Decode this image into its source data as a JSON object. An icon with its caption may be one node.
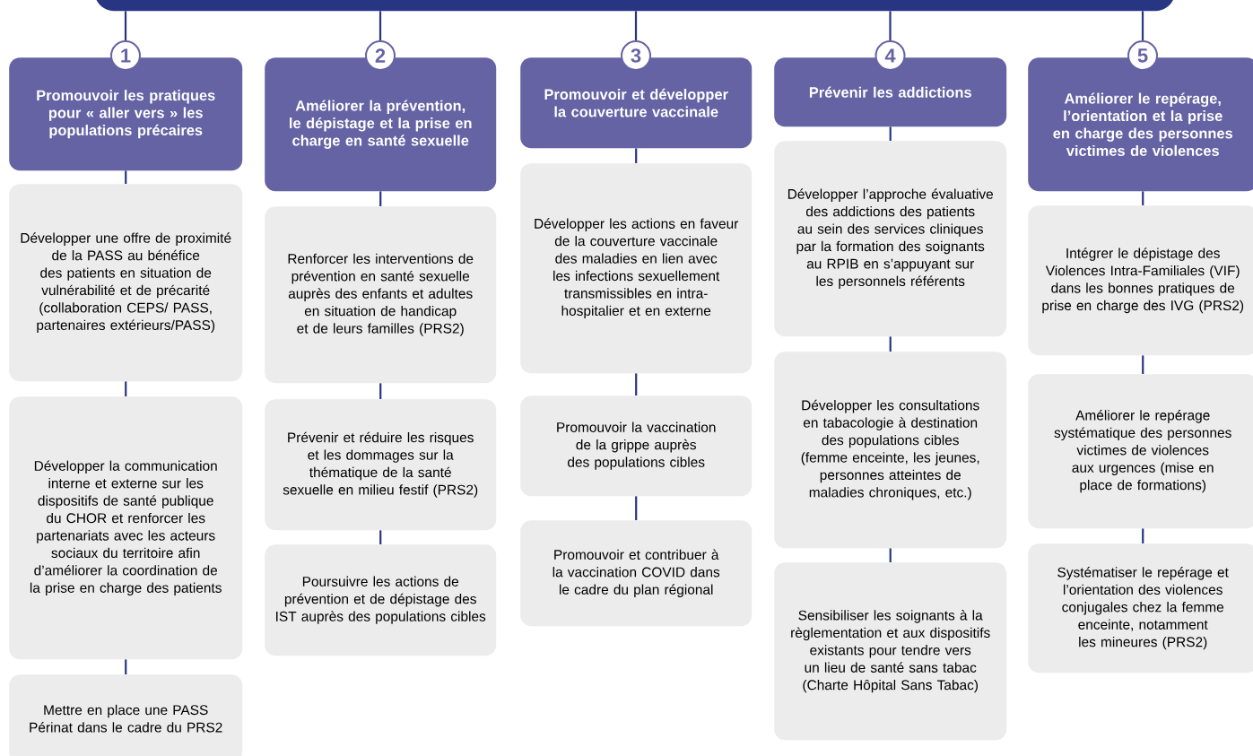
{
  "diagram": {
    "nodes": [
      {
        "text": [],
        "shape": "bar"
      },
      {
        "text": [
          "1"
        ]
      },
      {
        "text": [
          "Promouvoir les pratiques pour « aller vers » les populations précaires"
        ]
      },
      {
        "text": [
          "Développer une offre de proximité de la PASS au bénéfice des patients en situation de vulnérabilité et de précarité (collaboration CEPS/ PASS, partenaires extérieurs/PASS)"
        ]
      },
      {
        "text": [
          "Développer la communication interne et externe sur les dispositifs de santé publique du CHOR et renforcer les partenariats avec les acteurs sociaux du territoire afin d’améliorer la coordination de la prise en charge des patients"
        ]
      },
      {
        "text": [
          "Mettre en place une PASS Périnat dans le cadre du PRS2"
        ]
      },
      {
        "text": [
          "2"
        ]
      },
      {
        "text": [
          "Améliorer la prévention, le dépistage et la prise en charge en santé sexuelle"
        ]
      },
      {
        "text": [
          "Renforcer les interventions de prévention en santé sexuelle auprès des enfants et adultes en situation de handicap et de leurs familles (PRS2)"
        ]
      },
      {
        "text": [
          "Prévenir et réduire les risques et les dommages sur la thématique de la santé sexuelle en milieu festif (PRS2)"
        ]
      },
      {
        "text": [
          "Poursuivre les actions de prévention et de dépistage des IST auprès des populations cibles"
        ]
      },
      {
        "text": [
          "3"
        ]
      },
      {
        "text": [
          "Promouvoir et développer la couverture vaccinale"
        ]
      },
      {
        "text": [
          "Développer les actions en faveur de la couverture vaccinale des maladies en lien avec les infections sexuellement transmissibles en intra-hospitalier et en externe"
        ]
      },
      {
        "text": [
          "Promouvoir la vaccination de la grippe auprès des populations cibles"
        ]
      },
      {
        "text": [
          "Promouvoir et contribuer à la vaccination COVID dans le cadre du plan régional"
        ]
      },
      {
        "text": [
          "4"
        ]
      },
      {
        "text": [
          "Prévenir les addictions"
        ]
      },
      {
        "text": [
          "Développer l’approche évaluative des addictions des patients au sein des services cliniques par la formation des soignants au RPIB en s’appuyant sur les personnels référents"
        ]
      },
      {
        "text": [
          "Développer les consultations en tabacologie à destination des populations cibles (femme enceinte, les jeunes, personnes atteintes de maladies chroniques, etc.)"
        ]
      },
      {
        "text": [
          "Sensibiliser les soignants à la règlementation et aux dispositifs existants pour tendre vers un lieu de santé sans tabac (Charte Hôpital Sans Tabac)"
        ]
      },
      {
        "text": [
          "5"
        ]
      },
      {
        "text": [
          "Améliorer le repérage, l’orientation et la prise en charge des personnes victimes de violences"
        ]
      },
      {
        "text": [
          "Intégrer le dépistage des Violences Intra-Familiales (VIF) dans les bonnes pratiques de prise en charge des IVG (PRS2)"
        ]
      },
      {
        "text": [
          "Améliorer le repérage systématique des personnes victimes de violences aux urgences (mise en place de formations)"
        ]
      },
      {
        "text": [
          "Systématiser le repérage et l’orientation des violences conjugales chez la femme enceinte, notamment les mineures (PRS2)"
        ]
      }
    ],
    "edges": [
      {
        "from": 0,
        "to": 1,
        "arrow": "none"
      },
      {
        "from": 2,
        "to": 3,
        "arrow": "none"
      },
      {
        "from": 3,
        "to": 4,
        "arrow": "none"
      },
      {
        "from": 4,
        "to": 5,
        "arrow": "none"
      },
      {
        "from": 0,
        "to": 6,
        "arrow": "none"
      },
      {
        "from": 7,
        "to": 8,
        "arrow": "none"
      },
      {
        "from": 8,
        "to": 9,
        "arrow": "none"
      },
      {
        "from": 9,
        "to": 10,
        "arrow": "none"
      },
      {
        "from": 0,
        "to": 11,
        "arrow": "none"
      },
      {
        "from": 12,
        "to": 13,
        "arrow": "none"
      },
      {
        "from": 13,
        "to": 14,
        "arrow": "none"
      },
      {
        "from": 14,
        "to": 15,
        "arrow": "none"
      },
      {
        "from": 0,
        "to": 16,
        "arrow": "none"
      },
      {
        "from": 17,
        "to": 18,
        "arrow": "none"
      },
      {
        "from": 18,
        "to": 19,
        "arrow": "none"
      },
      {
        "from": 19,
        "to": 20,
        "arrow": "none"
      },
      {
        "from": 0,
        "to": 21,
        "arrow": "none"
      },
      {
        "from": 22,
        "to": 23,
        "arrow": "none"
      },
      {
        "from": 23,
        "to": 24,
        "arrow": "none"
      },
      {
        "from": 24,
        "to": 25,
        "arrow": "none"
      }
    ]
  }
}
